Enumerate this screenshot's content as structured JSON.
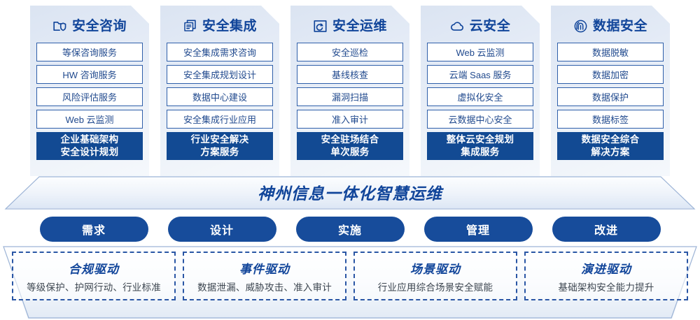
{
  "columns": [
    {
      "icon": "folder-shield-icon",
      "title": "安全咨询",
      "items": [
        "等保咨询服务",
        "HW 咨询服务",
        "风险评估服务",
        "Web 云监测"
      ],
      "highlight": [
        "企业基础架构",
        "安全设计规划"
      ]
    },
    {
      "icon": "stacked-documents-icon",
      "title": "安全集成",
      "items": [
        "安全集成需求咨询",
        "安全集成规划设计",
        "数据中心建设",
        "安全集成行业应用"
      ],
      "highlight": [
        "行业安全解决",
        "方案服务"
      ]
    },
    {
      "icon": "monitor-chart-icon",
      "title": "安全运维",
      "items": [
        "安全巡检",
        "基线核查",
        "漏洞扫描",
        "准入审计"
      ],
      "highlight": [
        "安全驻场结合",
        "单次服务"
      ]
    },
    {
      "icon": "cloud-icon",
      "title": "云安全",
      "items": [
        "Web 云监测",
        "云端 Saas 服务",
        "虚拟化安全",
        "云数据中心安全"
      ],
      "highlight": [
        "整体云安全规划",
        "集成服务"
      ]
    },
    {
      "icon": "fingerprint-icon",
      "title": "数据安全",
      "items": [
        "数据脱敏",
        "数据加密",
        "数据保护",
        "数据标签"
      ],
      "highlight": [
        "数据安全综合",
        "解决方案"
      ]
    }
  ],
  "banner": {
    "text": "神州信息一体化智慧运维"
  },
  "process": {
    "steps": [
      "需求",
      "设计",
      "实施",
      "管理",
      "改进"
    ]
  },
  "drivers": [
    {
      "title": "合规驱动",
      "subtitle": "等级保护、护网行动、行业标准"
    },
    {
      "title": "事件驱动",
      "subtitle": "数据泄漏、威胁攻击、准入审计"
    },
    {
      "title": "场景驱动",
      "subtitle": "行业应用综合场景安全赋能"
    },
    {
      "title": "演进驱动",
      "subtitle": "基础架构安全能力提升"
    }
  ],
  "colors": {
    "brand_dark_blue": "#124a93",
    "brand_blue": "#11459a",
    "pill_blue": "#174c9b",
    "item_border": "#2f5faa",
    "dashed_border": "#2a56a5",
    "panel_gradient_start": "#dbe4f2",
    "panel_gradient_end": "#f5f8fc"
  }
}
